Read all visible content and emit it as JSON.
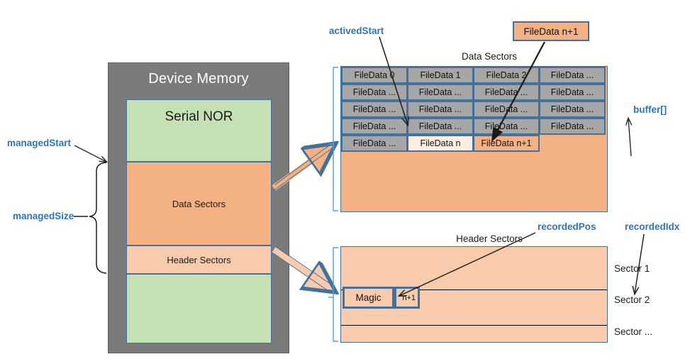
{
  "device_memory": {
    "title": "Device Memory",
    "blocks": [
      {
        "label": "Serial NOR",
        "color": "#c5e0b4"
      },
      {
        "label": "Data Sectors",
        "color": "#f4b183"
      },
      {
        "label": "Header Sectors",
        "color": "#f8cbad"
      },
      {
        "label": "",
        "color": "#c5e0b4"
      }
    ]
  },
  "annotations": {
    "managed_start": "managedStart",
    "managed_size": "managedSize",
    "actived_start": "activedStart",
    "buffer": "buffer[]",
    "recorded_pos": "recordedPos",
    "recorded_idx": "recordedIdx"
  },
  "callout": {
    "filedata_np1": "FileData n+1"
  },
  "data_sectors": {
    "title": "Data Sectors",
    "rows": [
      [
        {
          "label": "FileData 0",
          "state": "used"
        },
        {
          "label": "FileData 1",
          "state": "used"
        },
        {
          "label": "FileData 2",
          "state": "used"
        },
        {
          "label": "FileData ...",
          "state": "used"
        }
      ],
      [
        {
          "label": "FileData ...",
          "state": "used"
        },
        {
          "label": "FileData ...",
          "state": "used"
        },
        {
          "label": "FileData ...",
          "state": "used"
        },
        {
          "label": "FileData ...",
          "state": "used"
        }
      ],
      [
        {
          "label": "FileData ...",
          "state": "used"
        },
        {
          "label": "FileData ...",
          "state": "used"
        },
        {
          "label": "FileData ...",
          "state": "used"
        },
        {
          "label": "FileData ...",
          "state": "used"
        }
      ],
      [
        {
          "label": "FileData ...",
          "state": "used"
        },
        {
          "label": "FileData ...",
          "state": "used"
        },
        {
          "label": "FileData ...",
          "state": "used"
        },
        {
          "label": "FileData ...",
          "state": "used"
        }
      ],
      [
        {
          "label": "FileData ...",
          "state": "used"
        },
        {
          "label": "FileData n",
          "state": "current"
        },
        {
          "label": "FileData n+1",
          "state": "next"
        },
        {
          "label": "",
          "state": "empty"
        }
      ]
    ]
  },
  "header_sectors": {
    "title": "Header Sectors",
    "magic_label": "Magic",
    "record_label": "n+1",
    "sector_labels": [
      "Sector 1",
      "Sector 2",
      "Sector ..."
    ]
  },
  "colors": {
    "accent_blue": "#2e75b6",
    "border_blue": "#41719c",
    "frame_gray": "#7b7b7b",
    "cell_gray": "#a6a6a6",
    "orange": "#f4b183",
    "light_orange": "#f8cbad",
    "green": "#c5e0b4"
  }
}
